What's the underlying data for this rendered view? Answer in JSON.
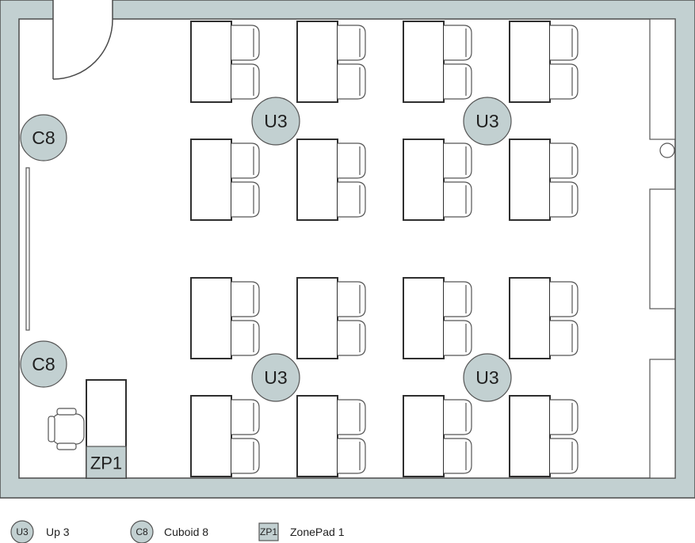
{
  "devices": {
    "up3": {
      "code": "U3"
    },
    "cuboid8": {
      "code": "C8"
    },
    "zonepad1": {
      "code": "ZP1"
    }
  },
  "legend": [
    {
      "code": "U3",
      "label": "Up 3",
      "shape": "circle"
    },
    {
      "code": "C8",
      "label": "Cuboid 8",
      "shape": "circle"
    },
    {
      "code": "ZP1",
      "label": "ZonePad 1",
      "shape": "square"
    }
  ],
  "colors": {
    "device_fill": "#c2d0d1",
    "wall_fill": "#c2d0d1",
    "outline": "#2f2f2f"
  }
}
